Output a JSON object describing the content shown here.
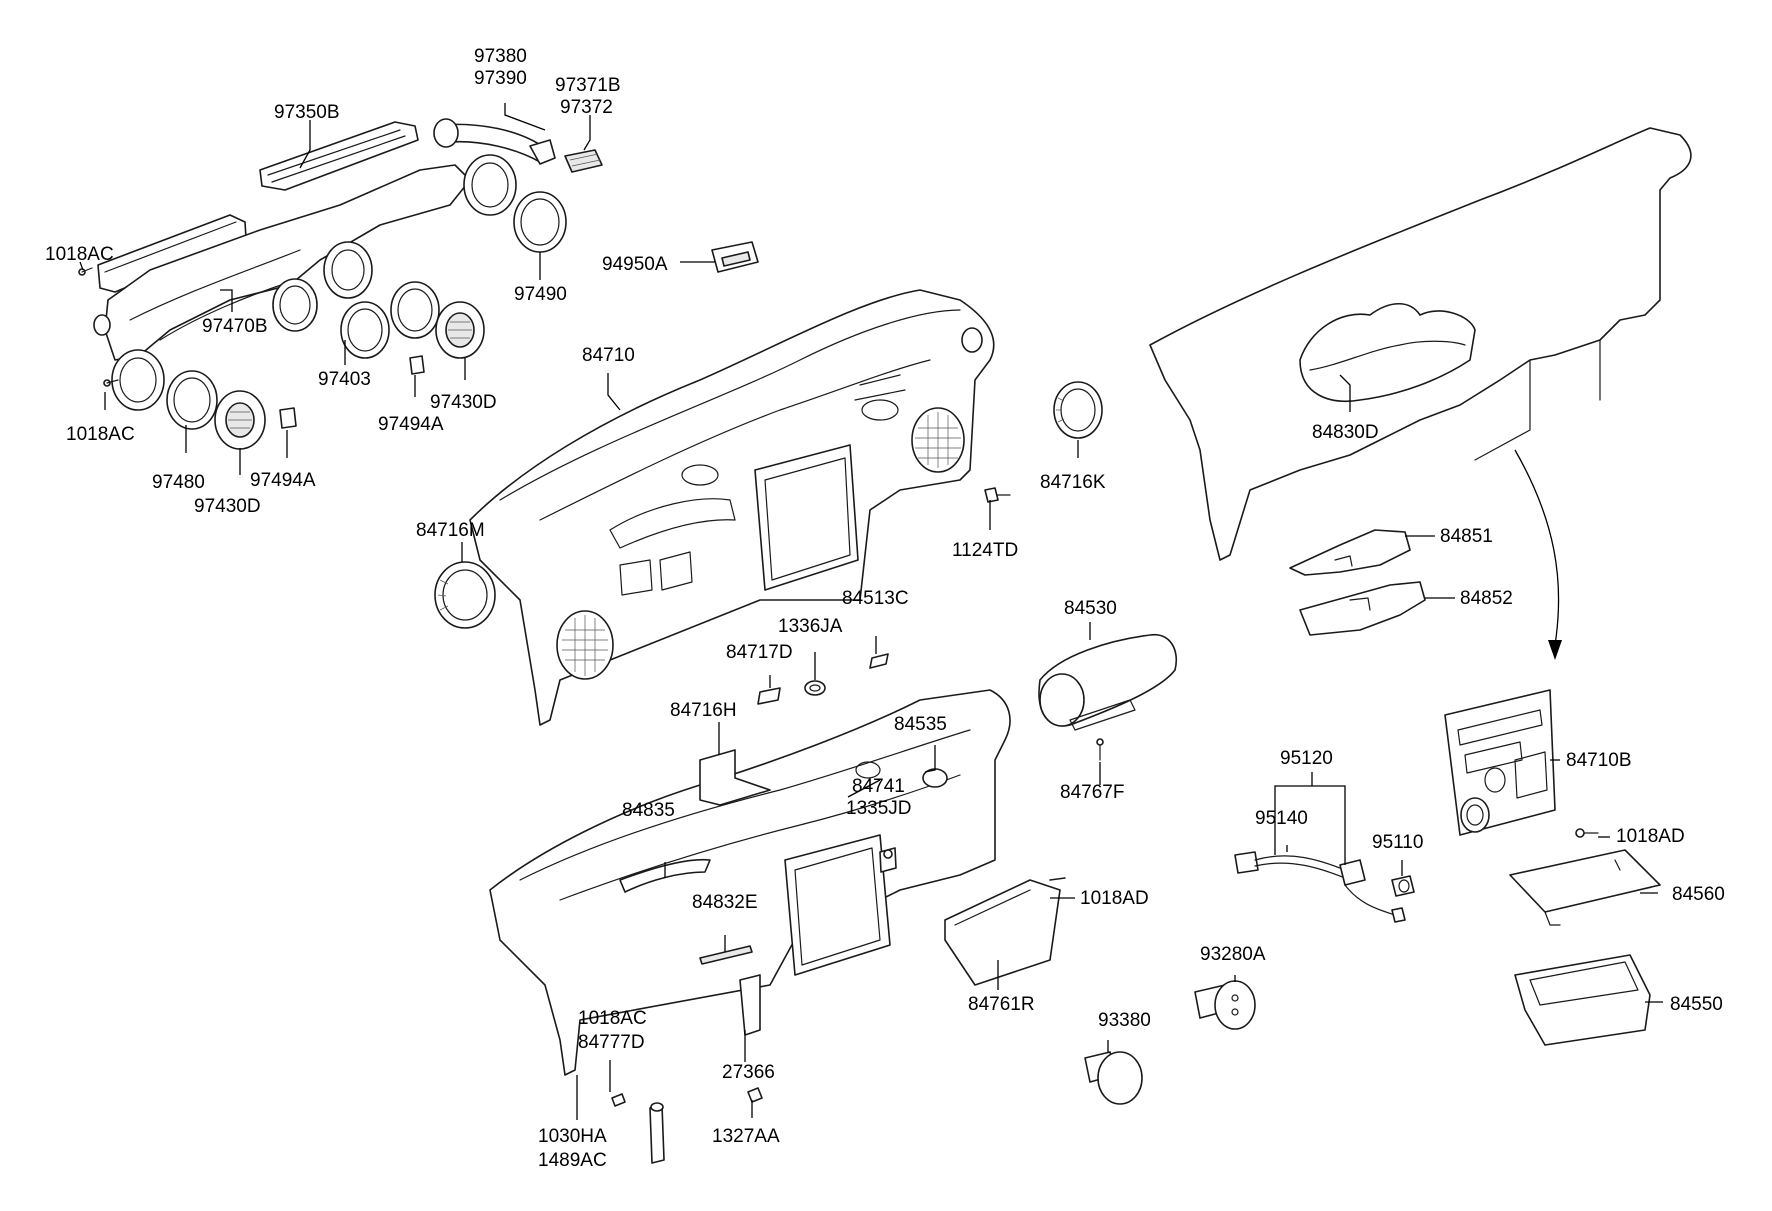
{
  "labels": {
    "p97380": "97380",
    "p97390": "97390",
    "p97371B": "97371B",
    "p97372": "97372",
    "p97350B": "97350B",
    "p1018AC_a": "1018AC",
    "p97490": "97490",
    "p94950A": "94950A",
    "p97470B": "97470B",
    "p84710": "84710",
    "p97403": "97403",
    "p97430D_a": "97430D",
    "p97494A_a": "97494A",
    "p1018AC_b": "1018AC",
    "p97480": "97480",
    "p97494A_b": "97494A",
    "p97430D_b": "97430D",
    "p84716K": "84716K",
    "p84830D": "84830D",
    "p1124TD": "1124TD",
    "p84716M": "84716M",
    "p84851": "84851",
    "p84852": "84852",
    "p84513C": "84513C",
    "p1336JA": "1336JA",
    "p84530": "84530",
    "p84717D": "84717D",
    "p84716H": "84716H",
    "p84535": "84535",
    "p84741": "84741",
    "p1335JD": "1335JD",
    "p84767F": "84767F",
    "p95120": "95120",
    "p84710B": "84710B",
    "p95140": "95140",
    "p95110": "95110",
    "p1018AD_a": "1018AD",
    "p84835": "84835",
    "p1018AD_b": "1018AD",
    "p84560": "84560",
    "p84832E": "84832E",
    "p93280A": "93280A",
    "p84761R": "84761R",
    "p93380": "93380",
    "p84550": "84550",
    "p1018AC_c": "1018AC",
    "p84777D": "84777D",
    "p27366": "27366",
    "p1030HA": "1030HA",
    "p1489AC": "1489AC",
    "p1327AA": "1327AA"
  }
}
